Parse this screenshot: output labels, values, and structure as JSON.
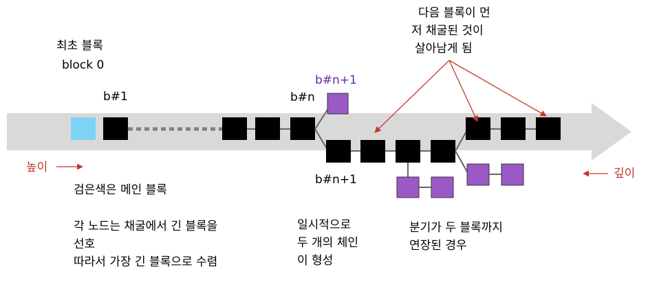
{
  "labels": {
    "genesis_line1": "최초 블록",
    "genesis_line2": "block 0",
    "b1": "b#1",
    "bn": "b#n",
    "bn1_top": "b#n+1",
    "bn1_bottom": "b#n+1",
    "height": "높이",
    "depth": "깊이",
    "winner_line1": "다음 블록이 먼",
    "winner_line2": "저 채굴된 것이",
    "winner_line3": "살아남게 됨",
    "main_block": "검은색은 메인 블록",
    "prefer_line1": "각 노드는 채굴에서 긴 블록을",
    "prefer_line2": "선호",
    "prefer_line3": "따라서 가장 긴 블록으로 수렴",
    "temp_line1": "일시적으로",
    "temp_line2": "두 개의 체인",
    "temp_line3": "이 형성",
    "ext_line1": "분기가 두 블록까지",
    "ext_line2": "연장된 경우"
  },
  "colors": {
    "genesis": "#7dd3f5",
    "main": "#000000",
    "orphan": "#9b59c6",
    "arrow_bg": "#d9d9d9",
    "annotation": "#c0392b",
    "purple_text": "#6b2a9b",
    "text": "#000000"
  }
}
